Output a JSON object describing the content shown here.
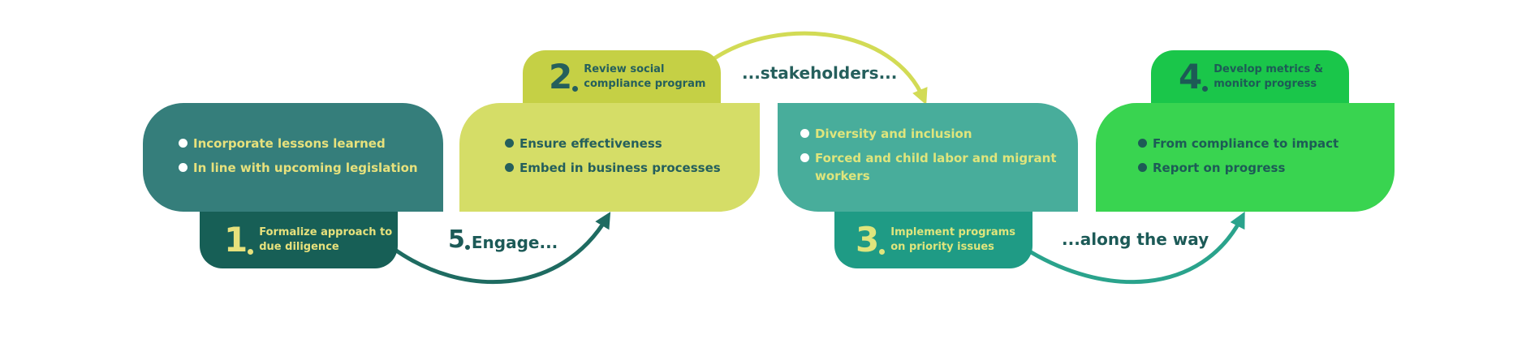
{
  "panels": [
    {
      "bullets": [
        "Incorporate lessons learned",
        "In line with upcoming legislation"
      ]
    },
    {
      "bullets": [
        "Ensure effectiveness",
        "Embed in business processes"
      ]
    },
    {
      "bullets": [
        "Diversity and inclusion",
        "Forced and child labor and migrant workers"
      ]
    },
    {
      "bullets": [
        "From compliance to impact",
        "Report on progress"
      ]
    }
  ],
  "steps": [
    {
      "number": "1",
      "label": "Formalize approach to due diligence"
    },
    {
      "number": "2",
      "label": "Review social compliance program"
    },
    {
      "number": "3",
      "label": "Implement programs on priority issues"
    },
    {
      "number": "4",
      "label": "Develop metrics & monitor progress"
    }
  ],
  "connectors": {
    "engage_number": "5",
    "engage": "Engage...",
    "stakeholders": "...stakeholders...",
    "along": "...along the way"
  },
  "colors": {
    "step1": "#357e7b",
    "step2": "#d5dd67",
    "step3": "#48ad9b",
    "step4": "#39d450",
    "text_dark": "#255f5c",
    "text_light": "#e7e17c"
  }
}
